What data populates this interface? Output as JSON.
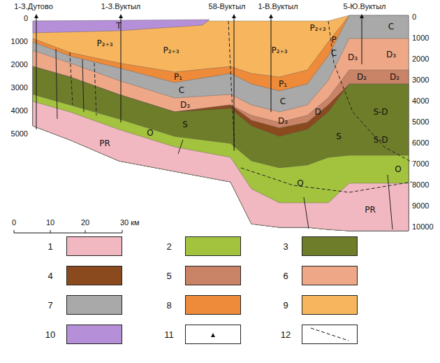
{
  "diagram": {
    "labels": [
      "1-З.Дутово",
      "1-З.Вуктыл",
      "58-Вуктыл",
      "1-В.Вуктыл",
      "5-Ю.Вуктыл",
      "0",
      "1000",
      "2000",
      "3000",
      "4000",
      "5000",
      "0",
      "1000",
      "2000",
      "3000",
      "4000",
      "5000",
      "6000",
      "7000",
      "8000",
      "9000",
      "10000",
      "T",
      "P₂₊₃",
      "P₂₊₃",
      "P₁",
      "C",
      "D₃",
      "S",
      "O",
      "PR",
      "P₂₊₃",
      "P₂₊₃",
      "P",
      "C",
      "P₁",
      "C",
      "C",
      "D₃",
      "D₃",
      "D₂",
      "D₂",
      "D₃",
      "D",
      "S",
      "S-D",
      "S-D",
      "O",
      "O",
      "PR",
      "0",
      "10",
      "20",
      "30 км"
    ],
    "legend": [
      {
        "text": "1",
        "color": "#f2b8c2"
      },
      {
        "text": "2",
        "color": "#a3c23e"
      },
      {
        "text": "3",
        "color": "#6e7d2a"
      },
      {
        "text": "4",
        "color": "#8b4a1e"
      },
      {
        "text": "5",
        "color": "#c98468"
      },
      {
        "text": "6",
        "color": "#eea887"
      },
      {
        "text": "7",
        "color": "#a9a9a9"
      },
      {
        "text": "8",
        "color": "#ee8b3a"
      },
      {
        "text": "9",
        "color": "#f7b65e"
      },
      {
        "text": "10",
        "color": "#b58fd8"
      },
      {
        "text": "11"
      },
      {
        "text": "12"
      }
    ]
  }
}
